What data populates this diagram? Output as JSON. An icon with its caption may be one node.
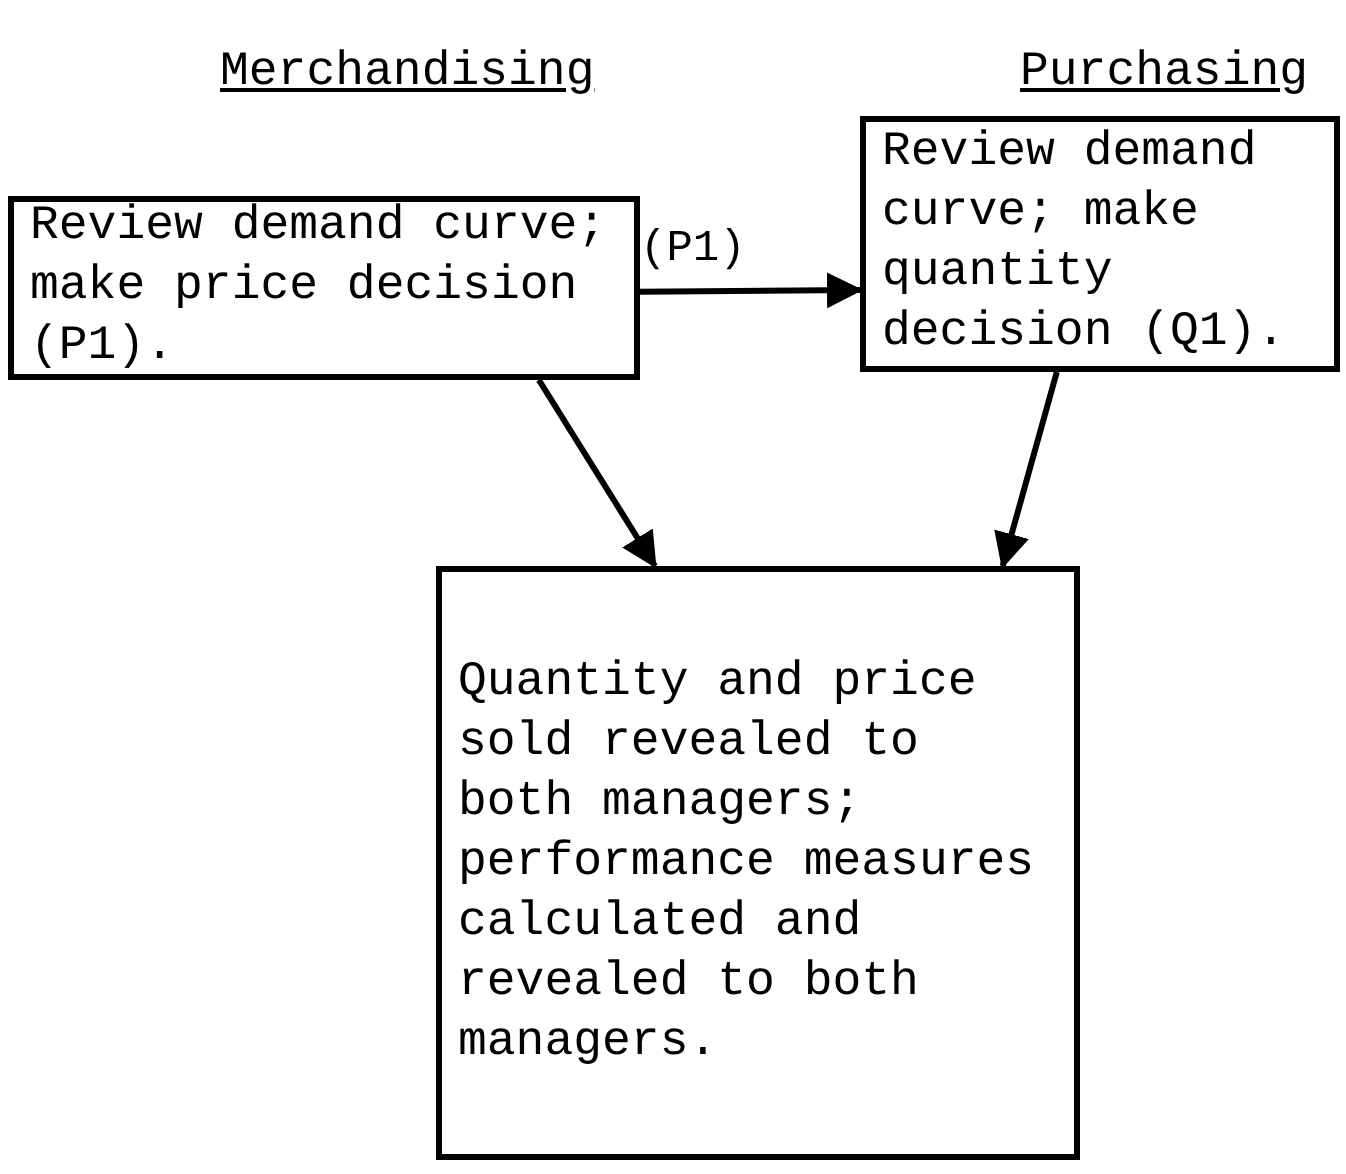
{
  "diagram": {
    "nodes": [
      {
        "text": [
          "Review demand curve; make price decision (P1)."
        ],
        "beside": [
          "Merchandising"
        ]
      },
      {
        "text": [
          "Review demand curve; make quantity decision (Q1)."
        ],
        "beside": [
          "Purchasing"
        ]
      },
      {
        "text": [
          "Quantity and price sold revealed to both managers; performance measures calculated and revealed to both managers."
        ]
      }
    ],
    "edges": [
      {
        "from": 0,
        "to": 1,
        "arrow": "to",
        "label": "(P1)"
      },
      {
        "from": 0,
        "to": 2,
        "arrow": "to"
      },
      {
        "from": 1,
        "to": 2,
        "arrow": "to"
      }
    ]
  }
}
